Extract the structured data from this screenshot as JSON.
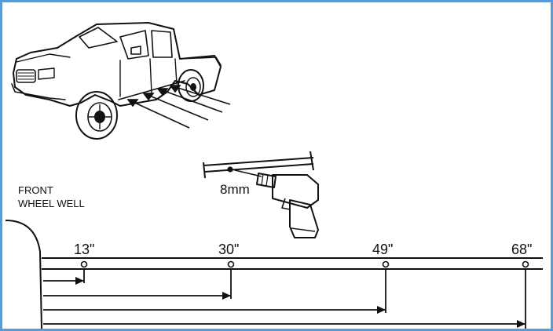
{
  "labels": {
    "wheel_well_line1": "FRONT",
    "wheel_well_line2": "WHEEL WELL",
    "drill_size": "8mm"
  },
  "measurements": [
    "13\"",
    "30\"",
    "49\"",
    "68\""
  ],
  "colors": {
    "border": "#5b9bd5",
    "ink": "#111111"
  },
  "icons": [
    "pickup-truck-icon",
    "drill-icon"
  ]
}
